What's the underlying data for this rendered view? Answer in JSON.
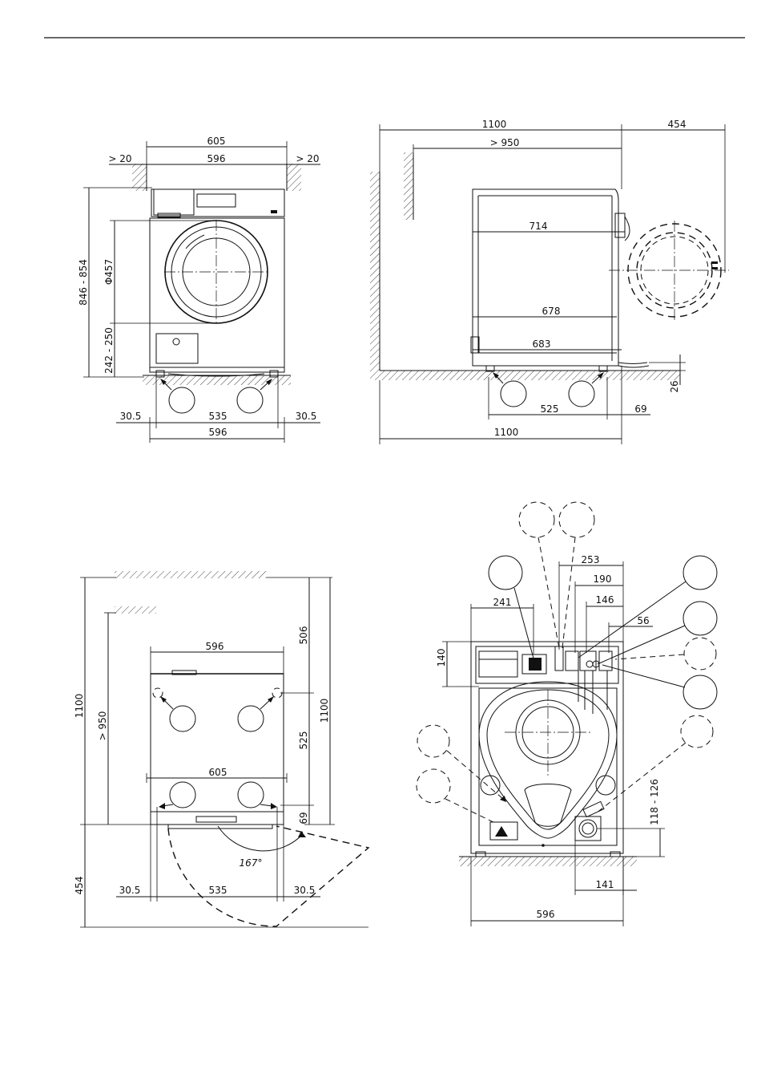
{
  "views": {
    "front": {
      "dims": {
        "overall_width": "605",
        "body_width": "596",
        "clear_left": "> 20",
        "clear_right": "> 20",
        "height": "846 - 854",
        "door_diameter": "Φ457",
        "door_center_height": "242 - 250",
        "feet_offset_left": "30.5",
        "feet_spacing": "535",
        "feet_offset_right": "30.5",
        "base_width": "596"
      }
    },
    "side": {
      "dims": {
        "overall_depth": "1100",
        "door_open_depth": "454",
        "min_clearance": "> 950",
        "depth_top": "714",
        "depth_mid": "678",
        "depth_bottom": "683",
        "height_offset": "26",
        "feet_spacing": "525",
        "rear_offset": "69",
        "base_depth": "1100"
      }
    },
    "top": {
      "dims": {
        "overall_depth": "1100",
        "min_clearance": "> 950",
        "body_width": "596",
        "rear_depth": "506",
        "feet_spacing_depth": "525",
        "overall_depth_right": "1100",
        "front_width": "605",
        "front_offset": "69",
        "door_depth": "454",
        "feet_offset_left": "30.5",
        "feet_spacing": "535",
        "feet_offset_right": "30.5",
        "door_angle": "167°"
      }
    },
    "rear": {
      "dims": {
        "dim_253": "253",
        "dim_190": "190",
        "dim_146": "146",
        "dim_56": "56",
        "dim_241": "241",
        "dim_140": "140",
        "drain_height": "118 - 126",
        "drain_offset": "141",
        "base_width": "596"
      }
    }
  }
}
